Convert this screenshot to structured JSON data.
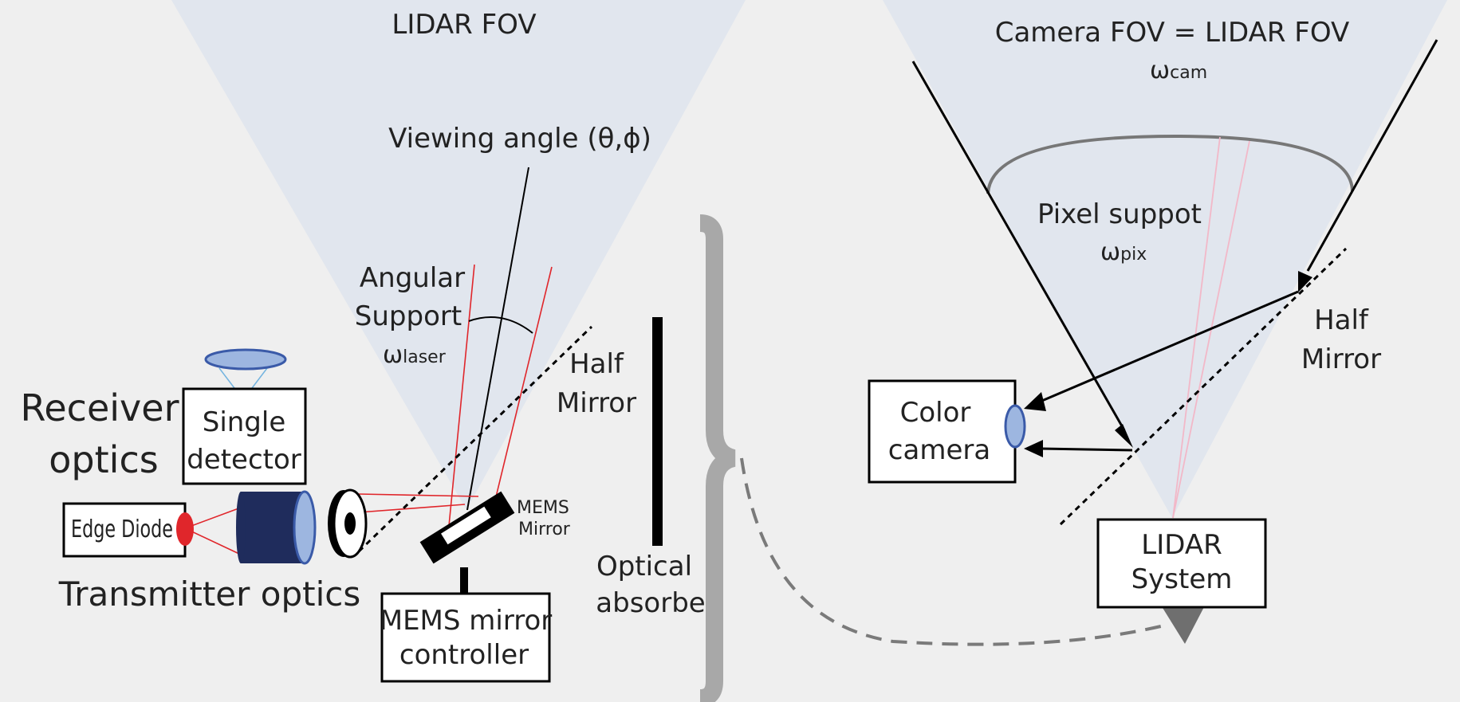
{
  "left_panel": {
    "fov_label": "LIDAR FOV",
    "viewing_angle_label": "Viewing angle (θ,ϕ)",
    "angular_support": {
      "line1": "Angular",
      "line2": "Support",
      "symbol": "ω",
      "subscript": "laser"
    },
    "half_mirror": {
      "line1": "Half",
      "line2": "Mirror"
    },
    "receiver_optics": {
      "line1": "Receiver",
      "line2": "optics"
    },
    "single_detector": {
      "line1": "Single",
      "line2": "detector"
    },
    "edge_diode": "Edge Diode",
    "transmitter_optics": "Transmitter optics",
    "mems_mirror": {
      "line1": "MEMS",
      "line2": "Mirror"
    },
    "mems_controller": {
      "line1": "MEMS mirror",
      "line2": "controller"
    },
    "optical_absorber": {
      "line1": "Optical",
      "line2": "absorber"
    }
  },
  "right_panel": {
    "fov_label": "Camera FOV = LIDAR FOV",
    "cam_symbol": "ω",
    "cam_subscript": "cam",
    "pixel_support": "Pixel suppot",
    "pix_symbol": "ω",
    "pix_subscript": "pix",
    "half_mirror": {
      "line1": "Half",
      "line2": "Mirror"
    },
    "color_camera": {
      "line1": "Color",
      "line2": "camera"
    },
    "lidar_system": {
      "line1": "LIDAR",
      "line2": "System"
    }
  },
  "colors": {
    "background": "#efefef",
    "fov_fill": "#e1e6ee",
    "laser_red": "#e0262b",
    "lens_blue": "#9db6e0",
    "lens_dark": "#1f2c5c",
    "pink_ray": "#f2b8c8",
    "bracket_gray": "#a8a8a8",
    "arrow_gray": "#7a7a7a"
  }
}
